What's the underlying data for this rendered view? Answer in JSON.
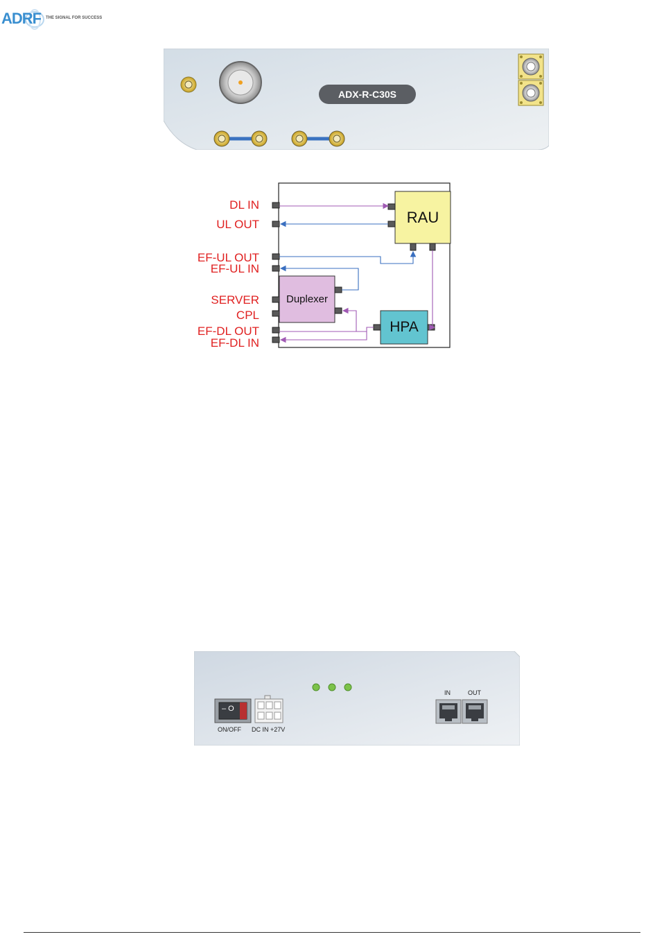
{
  "header": {
    "brand": "ADRF",
    "tagline": "THE SIGNAL FOR SUCCESS",
    "brand_color": "#3a8fd0"
  },
  "front_panel": {
    "model_label": "ADX-R-C30S"
  },
  "block_diagram": {
    "port_labels": [
      "DL IN",
      "UL OUT",
      "EF-UL OUT",
      "EF-UL IN",
      "SERVER",
      "CPL",
      "EF-DL OUT",
      "EF-DL IN"
    ],
    "blocks": {
      "rau": "RAU",
      "duplexer": "Duplexer",
      "hpa": "HPA"
    },
    "colors": {
      "label": "#e02020",
      "rau": "#f7f3a1",
      "duplexer": "#e0bde0",
      "hpa": "#62c4d0",
      "downlink": "#a05ab4",
      "uplink": "#3a6fc0"
    }
  },
  "rear_panel": {
    "switch_label": "ON/OFF",
    "dc_label": "DC IN +27V",
    "in_label": "IN",
    "out_label": "OUT",
    "switch_symbols": "– O",
    "led_color": "#7cc24a"
  }
}
